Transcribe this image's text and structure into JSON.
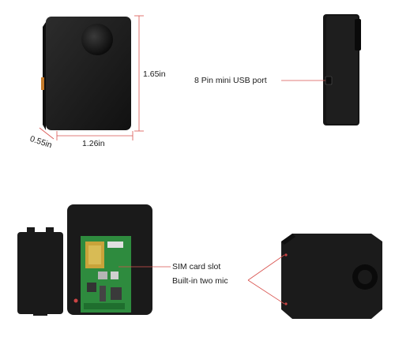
{
  "dimensions": {
    "height": "1.65in",
    "width": "1.26in",
    "depth": "0.55in"
  },
  "callouts": {
    "usb_port": "8 Pin mini USB port",
    "sim_slot": "SIM card slot",
    "mic": "Built-in two mic"
  },
  "colors": {
    "device_body": "#1c1c1c",
    "pcb_green": "#2e8b3e",
    "dimension_line": "#d9534f",
    "callout_line": "#d9534f"
  }
}
